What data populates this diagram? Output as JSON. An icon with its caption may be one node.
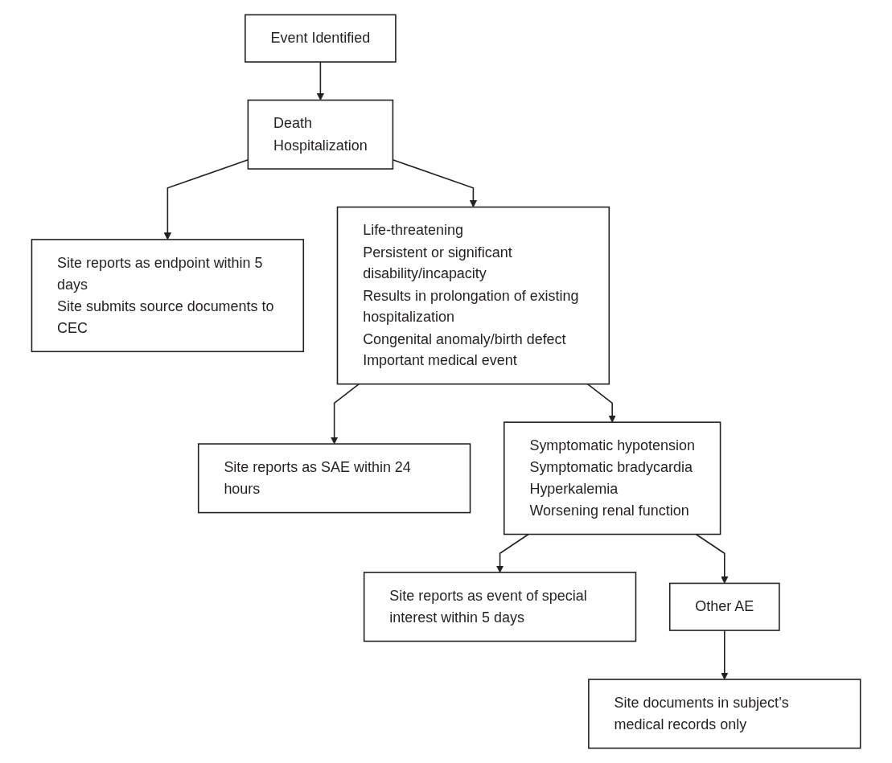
{
  "diagram": {
    "nodes": [
      {
        "text": [
          "Event Identified"
        ]
      },
      {
        "text": [
          "Death",
          "Hospitalization"
        ]
      },
      {
        "text": [
          "Site reports as endpoint within 5 days",
          "Site submits source documents to CEC"
        ]
      },
      {
        "text": [
          "Life-threatening",
          "Persistent or significant disability/incapacity",
          "Results in prolongation of existing hospitalization",
          "Congenital anomaly/birth defect",
          "Important medical event"
        ]
      },
      {
        "text": [
          "Site reports as SAE within 24 hours"
        ]
      },
      {
        "text": [
          "Symptomatic hypotension",
          "Symptomatic bradycardia",
          "Hyperkalemia",
          "Worsening renal function"
        ]
      },
      {
        "text": [
          "Site reports as event of special interest within 5 days"
        ]
      },
      {
        "text": [
          "Other AE"
        ]
      },
      {
        "text": [
          "Site documents in subject’s medical records only"
        ]
      }
    ],
    "edges": [
      {
        "from": 0,
        "to": 1,
        "arrow": "to"
      },
      {
        "from": 1,
        "to": 2,
        "arrow": "to"
      },
      {
        "from": 1,
        "to": 3,
        "arrow": "to"
      },
      {
        "from": 3,
        "to": 4,
        "arrow": "to"
      },
      {
        "from": 3,
        "to": 5,
        "arrow": "to"
      },
      {
        "from": 5,
        "to": 6,
        "arrow": "to"
      },
      {
        "from": 5,
        "to": 7,
        "arrow": "to"
      },
      {
        "from": 7,
        "to": 8,
        "arrow": "to"
      }
    ]
  }
}
